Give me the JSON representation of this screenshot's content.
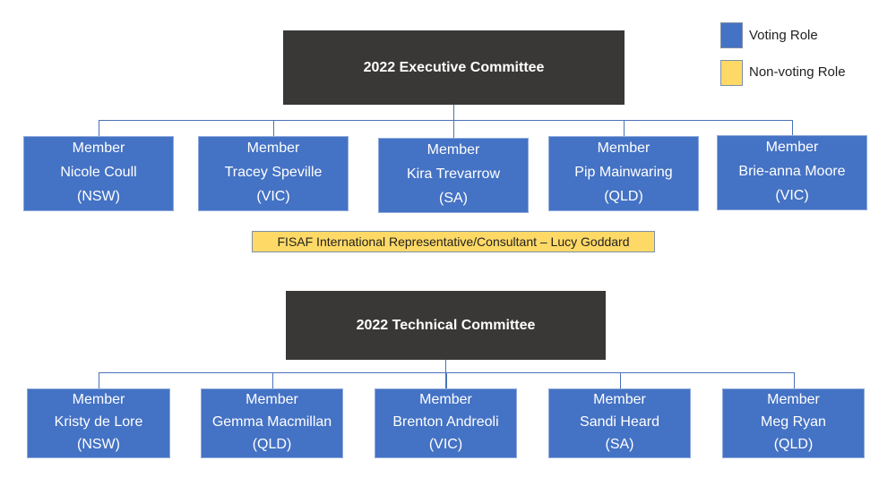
{
  "legend": {
    "voting": "Voting Role",
    "non_voting": "Non-voting Role",
    "voting_color": "#4472c4",
    "non_voting_color": "#ffd966"
  },
  "executive": {
    "title": "2022 Executive Committee",
    "members": [
      {
        "role": "Member",
        "name": "Nicole Coull",
        "state": "(NSW)"
      },
      {
        "role": "Member",
        "name": "Tracey Speville",
        "state": "(VIC)"
      },
      {
        "role": "Member",
        "name": "Kira Trevarrow",
        "state": "(SA)"
      },
      {
        "role": "Member",
        "name": "Pip Mainwaring",
        "state": "(QLD)"
      },
      {
        "role": "Member",
        "name": "Brie-anna Moore",
        "state": "(VIC)"
      }
    ],
    "non_voting": "FISAF International Representative/Consultant  – Lucy Goddard"
  },
  "technical": {
    "title": "2022 Technical Committee",
    "members": [
      {
        "role": "Member",
        "name": "Kristy de Lore",
        "state": "(NSW)"
      },
      {
        "role": "Member",
        "name": "Gemma Macmillan",
        "state": "(QLD)"
      },
      {
        "role": "Member",
        "name": "Brenton Andreoli",
        "state": "(VIC)"
      },
      {
        "role": "Member",
        "name": "Sandi Heard",
        "state": "(SA)"
      },
      {
        "role": "Member",
        "name": "Meg Ryan",
        "state": "(QLD)"
      }
    ]
  }
}
